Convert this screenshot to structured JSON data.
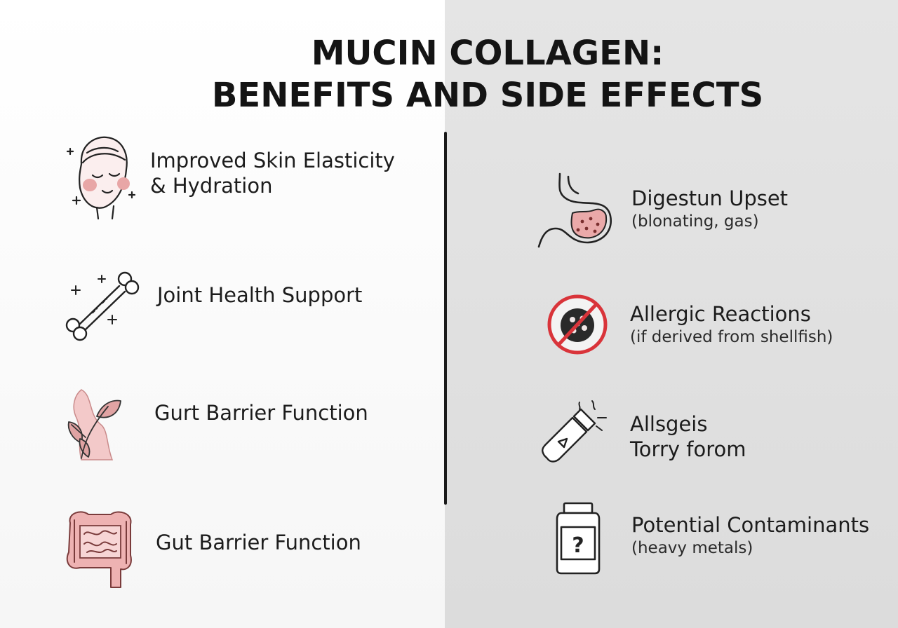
{
  "title": {
    "line1": "MUCIN COLLAGEN:",
    "line2": "BENEFITS AND SIDE EFFECTS"
  },
  "benefits": [
    {
      "icon": "face-icon",
      "label": "Improved Skin Elasticity",
      "label2": "& Hydration"
    },
    {
      "icon": "bone-icon",
      "label": "Joint Health Support"
    },
    {
      "icon": "leaf-tissue-icon",
      "label": "Gurt Barrier Function"
    },
    {
      "icon": "intestine-icon",
      "label": "Gut Barrier Function"
    }
  ],
  "side_effects": [
    {
      "icon": "stomach-icon",
      "label": "Digestun Upset",
      "sub": "(blonating, gas)"
    },
    {
      "icon": "no-shellfish-icon",
      "label": "Allergic Reactions",
      "sub": "(if derived from shellfish)"
    },
    {
      "icon": "spilled-bottle-icon",
      "label": "Allsgeis",
      "label2": "Torry forom"
    },
    {
      "icon": "supplement-jar-icon",
      "label": "Potential Contaminants",
      "sub": "(heavy metals)"
    }
  ],
  "colors": {
    "accent_pink": "#e8a6a6",
    "warning_red": "#d9343a",
    "ink": "#1a1a1a"
  }
}
